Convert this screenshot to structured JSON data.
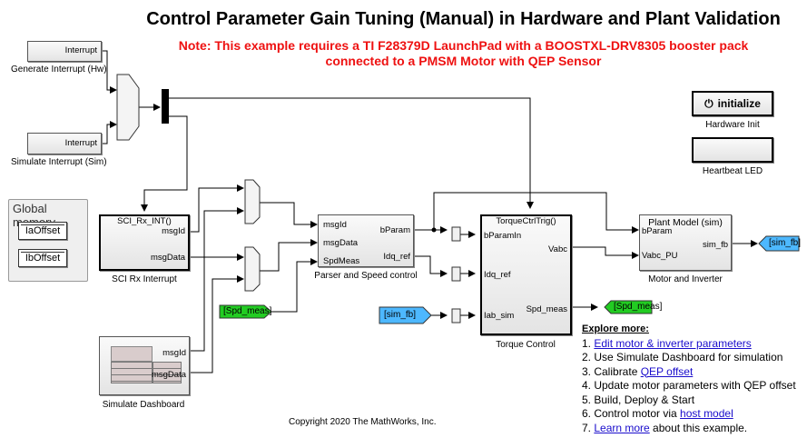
{
  "title": "Control Parameter Gain Tuning (Manual) in Hardware and Plant Validation",
  "note_line1": "Note: This example requires a TI F28379D LaunchPad with a BOOSTXL-DRV8305 booster pack",
  "note_line2": "connected to a PMSM Motor with QEP Sensor",
  "blocks": {
    "gen_interrupt": {
      "port": "Interrupt",
      "caption": "Generate Interrupt (Hw)"
    },
    "sim_interrupt": {
      "port": "Interrupt",
      "caption": "Simulate Interrupt (Sim)"
    },
    "global_memory": {
      "title": "Global memory",
      "items": [
        "IaOffset",
        "IbOffset"
      ]
    },
    "sci_rx": {
      "trigger": "SCI_Rx_INT()",
      "out1": "msgId",
      "out2": "msgData",
      "caption": "SCI Rx Interrupt"
    },
    "dashboard": {
      "out1": "msgId",
      "out2": "msgData",
      "caption": "Simulate Dashboard"
    },
    "parser": {
      "in1": "msgId",
      "in2": "msgData",
      "in3": "SpdMeas",
      "out1": "bParam",
      "out2": "Idq_ref",
      "caption": "Parser and Speed control"
    },
    "torque": {
      "trigger": "TorqueCtrlTrig()",
      "in1": "bParamIn",
      "in2": "Idq_ref",
      "in3": "Iab_sim",
      "out1": "Vabc",
      "out2": "Spd_meas",
      "caption": "Torque Control"
    },
    "plant": {
      "title": "Plant Model (sim)",
      "in1": "bParam",
      "in2": "Vabc_PU",
      "out1": "sim_fb",
      "caption": "Motor and Inverter"
    },
    "hw_init": {
      "button": "initialize",
      "caption": "Hardware Init"
    },
    "heartbeat": {
      "caption": "Heartbeat LED"
    }
  },
  "tags": {
    "spd_meas_from": "[Spd_meas]",
    "spd_meas_goto": "[Spd_meas]",
    "sim_fb_from": "[sim_fb]",
    "sim_fb_goto": "[sim_fb]"
  },
  "colors": {
    "note": "#ee1111",
    "link": "#1a0dcc",
    "goto_green": "#22cc22",
    "goto_blue": "#4db8ff"
  },
  "explore": {
    "heading": "Explore more:",
    "items": [
      {
        "num": "1. ",
        "link": "Edit motor & inverter parameters",
        "text": ""
      },
      {
        "num": "2. ",
        "link": "",
        "text": "Use Simulate Dashboard for simulation"
      },
      {
        "num": "3. ",
        "pre": "Calibrate ",
        "link": "QEP offset",
        "text": ""
      },
      {
        "num": "4. ",
        "link": "",
        "text": "Update motor parameters with QEP offset"
      },
      {
        "num": "5. ",
        "link": "",
        "text": "Build, Deploy & Start"
      },
      {
        "num": "6. ",
        "pre": "Control motor via ",
        "link": "host model",
        "text": ""
      },
      {
        "num": "7. ",
        "link": "Learn more",
        "text": " about this example."
      }
    ]
  },
  "copyright": "Copyright 2020 The MathWorks, Inc."
}
